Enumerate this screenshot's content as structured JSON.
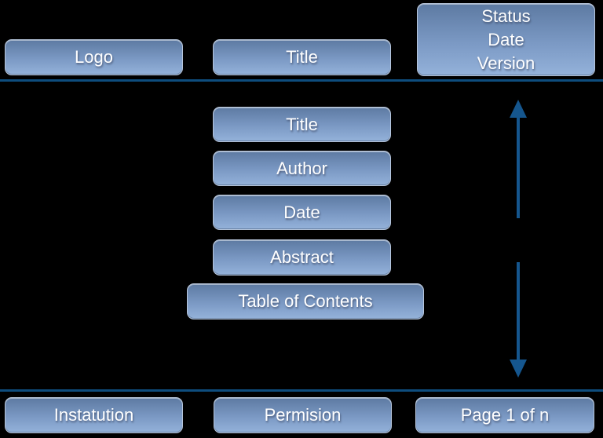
{
  "colors": {
    "canvas_bg": "#000000",
    "box_gradient_top": "#5d7aa2",
    "box_gradient_bottom": "#94b2da",
    "box_border": "#b7c6dc",
    "box_text": "#ffffff",
    "line_color": "#0e4d7e",
    "arrow_color": "#15568e"
  },
  "header": {
    "logo": "Logo",
    "title": "Title",
    "status_lines": [
      "Status",
      "Date",
      "Version"
    ]
  },
  "body_items": {
    "title": "Title",
    "author": "Author",
    "date": "Date",
    "abstract": "Abstract",
    "toc": "Table of Contents"
  },
  "footer": {
    "institution": "Instatution",
    "permission": "Permision",
    "page": "Page 1 of n"
  }
}
